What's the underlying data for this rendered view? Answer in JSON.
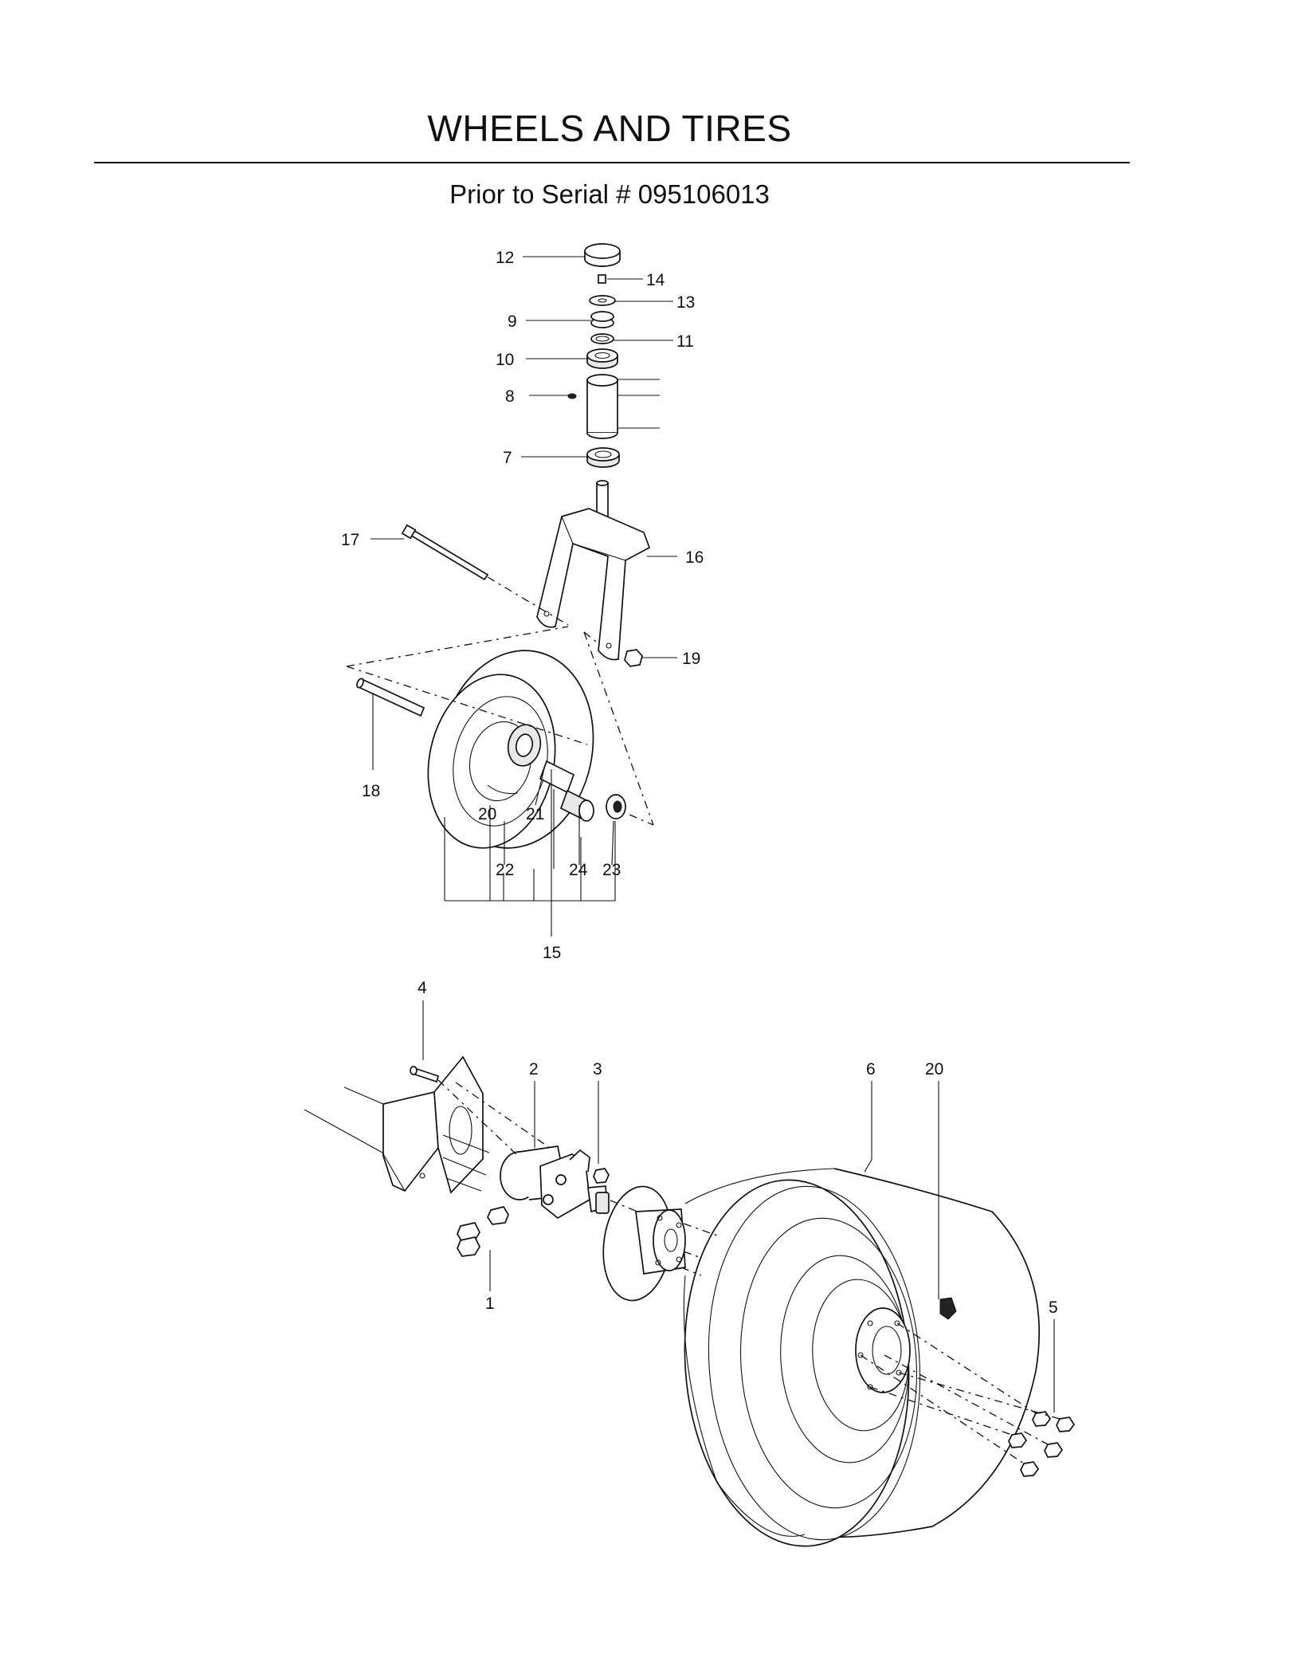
{
  "header": {
    "title": "WHEELS AND TIRES",
    "subtitle": "Prior to Serial # 095106013"
  },
  "callouts": {
    "c12": "12",
    "c14": "14",
    "c13": "13",
    "c9": "9",
    "c11": "11",
    "c10": "10",
    "c8": "8",
    "c7": "7",
    "c17": "17",
    "c16": "16",
    "c19": "19",
    "c18": "18",
    "c20a": "20",
    "c21": "21",
    "c22": "22",
    "c24": "24",
    "c23": "23",
    "c15": "15",
    "c4": "4",
    "c2": "2",
    "c3": "3",
    "c6": "6",
    "c20b": "20",
    "c5": "5",
    "c1": "1"
  }
}
